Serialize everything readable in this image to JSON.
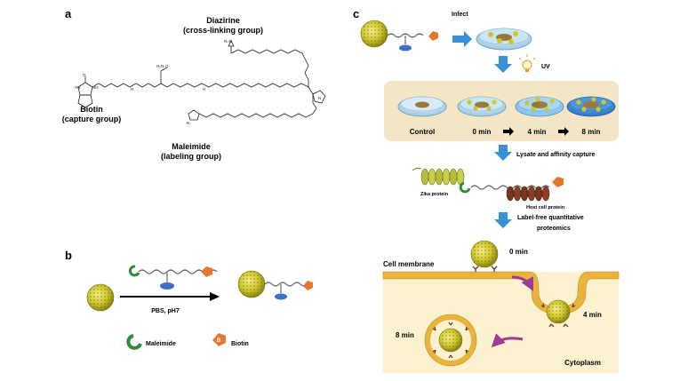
{
  "panel_a": {
    "letter": "a",
    "diazirine": "Diazirine",
    "diazirine_role": "(cross-linking group)",
    "biotin": "Biotin",
    "biotin_role": "(capture group)",
    "maleimide": "Maleimide",
    "maleimide_role": "(labeling group)"
  },
  "panel_b": {
    "letter": "b",
    "condition": "PBS, pH7",
    "legend_maleimide": "Maleimide",
    "legend_biotin": "Biotin",
    "biotin_glyph": "B"
  },
  "panel_c": {
    "letter": "c",
    "infect": "Infect",
    "uv": "UV",
    "control": "Control",
    "time_0": "0 min",
    "time_4": "4 min",
    "time_8": "8 min",
    "lysate": "Lysate and affinity capture",
    "zika_protein": "Zika protein",
    "host_protein": "Host cell protein",
    "proteomics_line1": "Label-free quantitative",
    "proteomics_line2": "proteomics",
    "cell_membrane": "Cell membrane",
    "cytoplasm": "Cytoplasm",
    "cell_0": "0 min",
    "cell_4": "4 min",
    "cell_8": "8 min"
  },
  "colors": {
    "arrow_blue": "#3a8fd9",
    "virus_yellow": "#d9d23a",
    "biotin_orange": "#e8772e",
    "maleimide_green": "#2f8a3a",
    "diazirine_blue": "#3d6fc7",
    "cell_fill": "#fcf2cf",
    "membrane": "#e9b33c",
    "panel_tan": "#f4e6c4"
  }
}
